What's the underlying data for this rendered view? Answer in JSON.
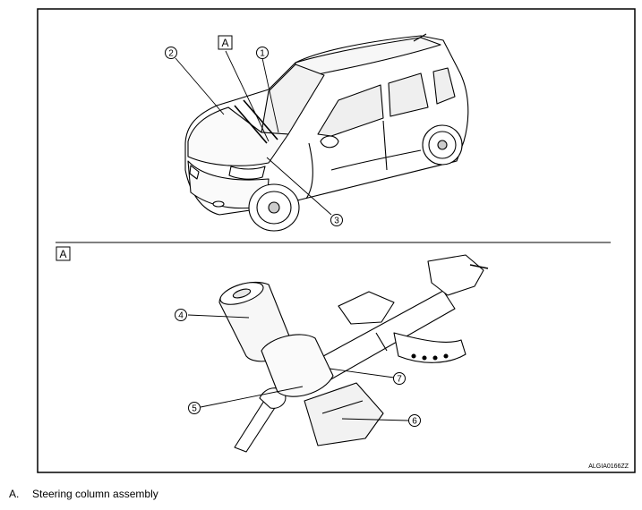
{
  "frame_label": "A",
  "callouts": [
    "1",
    "2",
    "3",
    "4",
    "5",
    "6",
    "7"
  ],
  "figure_id": "ALGIA0166ZZ",
  "legend": {
    "letter": "A.",
    "text": "Steering column assembly"
  }
}
